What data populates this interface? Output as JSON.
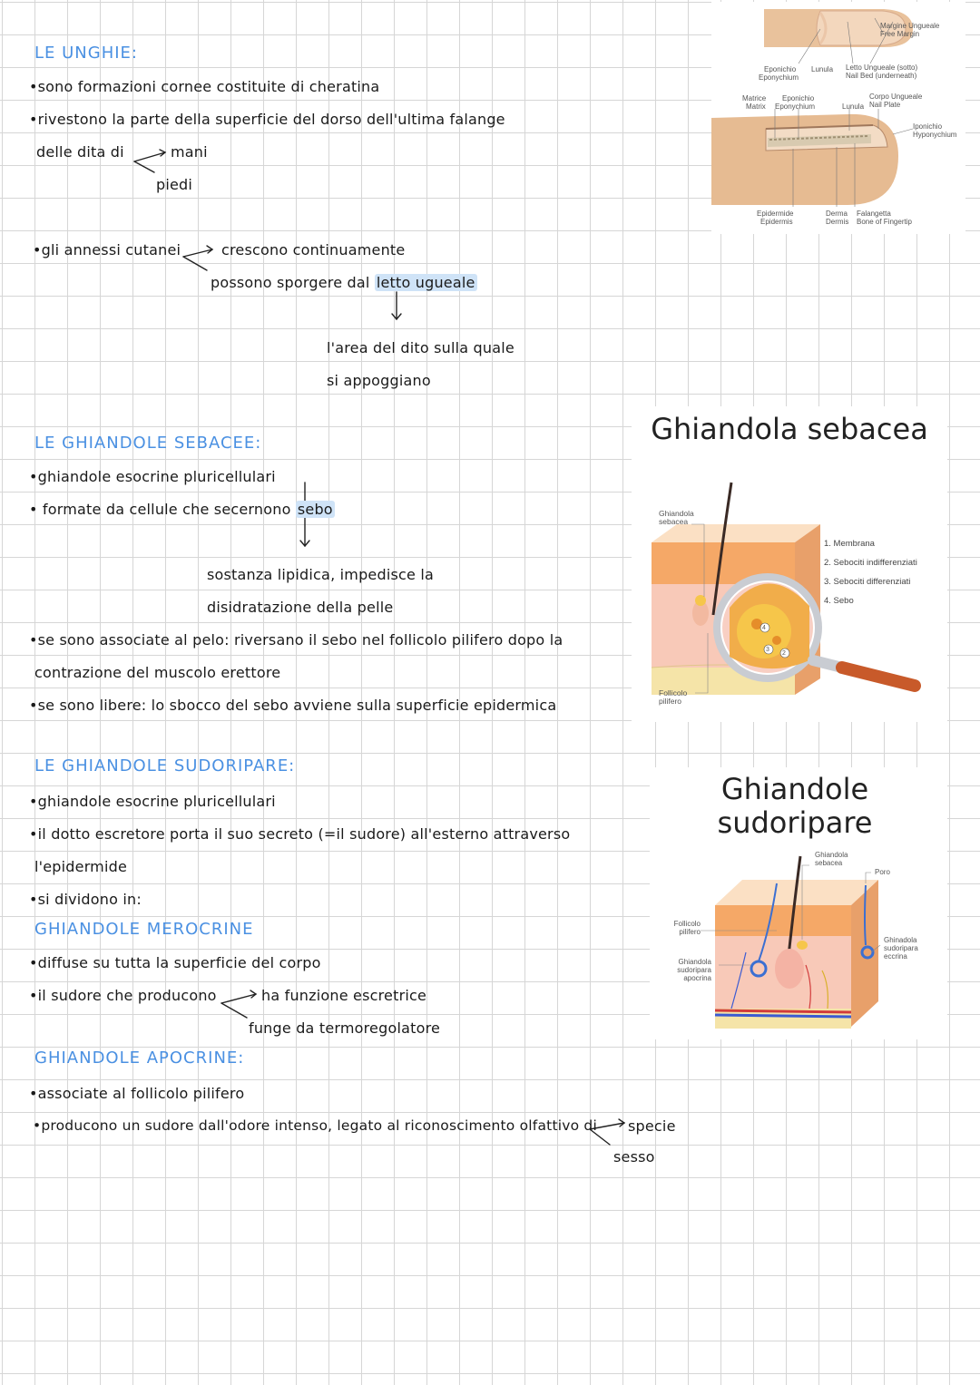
{
  "unghie": {
    "title": "LE UNGHIE:",
    "l1": "•sono formazioni cornee costituite di cheratina",
    "l2": "•rivestono la parte della superficie del dorso dell'ultima falange",
    "l3": "delle dita di",
    "b1": "mani",
    "b2": "piedi",
    "l4": "•gli annessi cutanei",
    "b3": "crescono continuamente",
    "b4": "possono sporgere dal",
    "b4h": "letto ugueale",
    "d1": "l'area del dito sulla quale",
    "d2": "si appoggiano"
  },
  "sebacee": {
    "title": "LE GHIANDOLE SEBACEE:",
    "l1": "•ghiandole esocrine pluricellulari",
    "l2": "• formate da cellule che secernono",
    "l2h": "sebo",
    "d1": "sostanza lipidica, impedisce la",
    "d2": "disidratazione della pelle",
    "l3": "•se sono associate al pelo: riversano il sebo nel follicolo pilifero dopo la",
    "l4": "contrazione del muscolo erettore",
    "l5": "•se sono libere: lo sbocco del sebo avviene sulla superficie epidermica"
  },
  "sudoripare": {
    "title": "LE GHIANDOLE SUDORIPARE:",
    "l1": "•ghiandole esocrine pluricellulari",
    "l2": "•il dotto escretore porta il suo secreto (=il sudore) all'esterno attraverso",
    "l3": "l'epidermide",
    "l4": "•si dividono in:"
  },
  "merocrine": {
    "title": "GHIANDOLE MEROCRINE",
    "l1": "•diffuse su tutta la superficie del corpo",
    "l2": "•il sudore che producono",
    "b1": "ha funzione escretrice",
    "b2": "funge da termoregolatore"
  },
  "apocrine": {
    "title": "GHIANDOLE APOCRINE:",
    "l1": "•associate al follicolo pilifero",
    "l2": "•producono un sudore dall'odore intenso, legato al riconoscimento olfattivo di",
    "b1": "specie",
    "b2": "sesso"
  },
  "nail_figure": {
    "labels": {
      "margine": "Margine Ungueale",
      "free_margin": "Free Margin",
      "eponichio": "Eponichio",
      "eponychium": "Eponychium",
      "lunula": "Lunula",
      "letto": "Letto Ungueale (sotto)",
      "nail_bed": "Nail Bed (underneath)",
      "matrice": "Matrice",
      "matrix": "Matrix",
      "eponichio2": "Eponichio",
      "eponychium2": "Eponychium",
      "lunula2": "Lunula",
      "corpo": "Corpo Ungueale",
      "nail_plate": "Nail Plate",
      "iponichio": "Iponichio",
      "hyponychium": "Hyponychium",
      "epidermide": "Epidermide",
      "epidermis": "Epidermis",
      "derma": "Derma",
      "dermis": "Dermis",
      "falangetta": "Falangetta",
      "bone": "Bone of Fingertip"
    }
  },
  "sebacea_figure": {
    "title": "Ghiandola sebacea",
    "label_gland": "Ghiandola sebacea",
    "label_follicle": "Follicolo pilifero",
    "legend": [
      "1. Membrana",
      "2. Sebociti indifferenziati",
      "3. Sebociti differenziati",
      "4. Sebo"
    ],
    "markers": [
      "4",
      "3",
      "2"
    ]
  },
  "sudoripare_figure": {
    "title1": "Ghiandole",
    "title2": "sudoripare",
    "label_sebacea": "Ghiandola sebacea",
    "label_poro": "Poro",
    "label_follicolo": "Follicolo pilifero",
    "label_apocrina": "Ghiandola sudoripara apocrina",
    "label_eccrina": "Ghinadola sudoripara eccrina"
  },
  "colors": {
    "heading_blue": "#4a90e2",
    "highlight": "#cfe3f7",
    "skin": "#f2a25c",
    "dermis": "#f8c9b8"
  }
}
